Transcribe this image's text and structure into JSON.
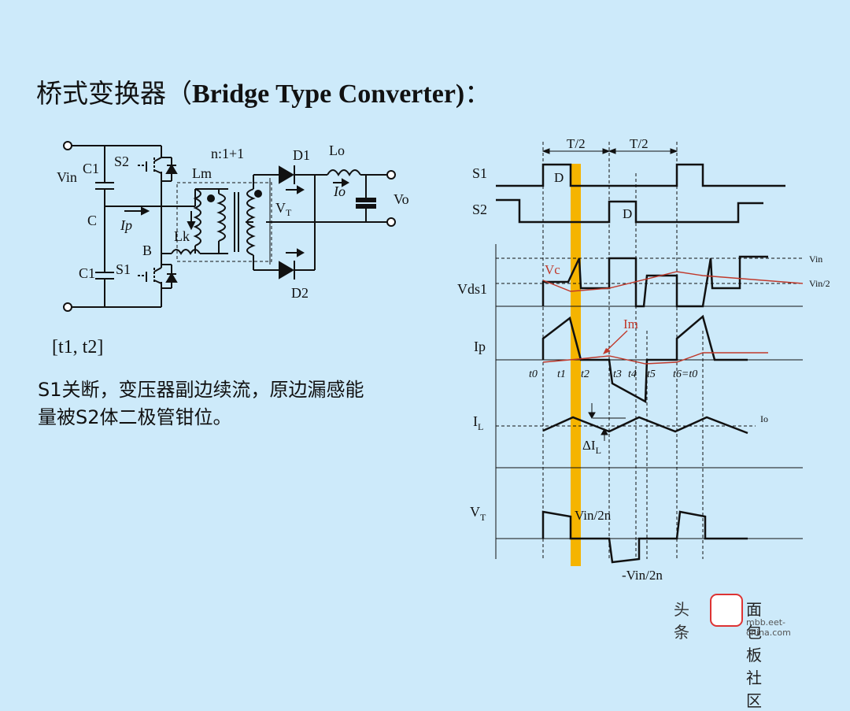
{
  "slide": {
    "title_cn": "桥式变换器（",
    "title_en": "Bridge Type Converter)",
    "title_tail": "：",
    "interval": "[t1, t2]",
    "description_line1": "S1关断，变压器副边续流，原边漏感能",
    "description_line2": "量被S2体二极管钳位。"
  },
  "circuit": {
    "vin": "Vin",
    "c1_top": "C1",
    "c1_bottom": "C1",
    "node_c": "C",
    "node_b": "B",
    "s1": "S1",
    "s2": "S2",
    "ip": "Ip",
    "lm": "Lm",
    "lk": "Lk",
    "ratio": "n:1+1",
    "d1": "D1",
    "d2": "D2",
    "lo": "Lo",
    "io": "Io",
    "vo": "Vo",
    "vt": "V",
    "vt_sub": "T"
  },
  "waveforms": {
    "half_period_1": "T/2",
    "half_period_2": "T/2",
    "s1": "S1",
    "s2": "S2",
    "d_s1": "D",
    "d_s2": "D",
    "vds1": "Vds1",
    "vc": "Vc",
    "vin_level": "Vin",
    "vin_half_level": "Vin/2",
    "ip": "Ip",
    "im": "Im",
    "time_labels": [
      "t0",
      "t1",
      "t2",
      "t3",
      "t4",
      "t5",
      "t6=t0"
    ],
    "il": "I",
    "il_sub": "L",
    "io_level": "Io",
    "delta_il": "ΔI",
    "delta_il_sub": "L",
    "vt": "V",
    "vt_sub": "T",
    "vin_2n": "Vin/2n",
    "neg_vin_2n": "-Vin/2n"
  },
  "watermark": {
    "text_left": "头条",
    "text_right": "面包板社区",
    "url": "mbb.eet-china.com"
  },
  "colors": {
    "background": "#cdeafa",
    "highlight": "#f5b400",
    "annotation_red": "#c0392b"
  }
}
